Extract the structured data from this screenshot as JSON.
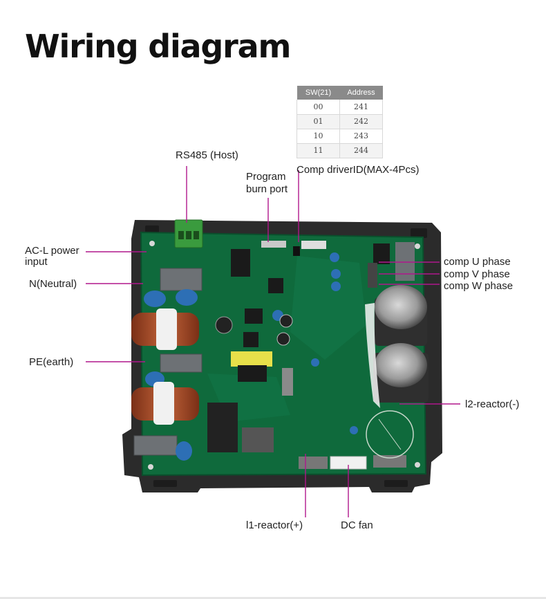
{
  "title": "Wiring diagram",
  "table": {
    "headers": [
      "SW(21)",
      "Address"
    ],
    "rows": [
      [
        "00",
        "241"
      ],
      [
        "01",
        "242"
      ],
      [
        "10",
        "243"
      ],
      [
        "11",
        "244"
      ]
    ]
  },
  "labels": {
    "comp_driver_id": "Comp driverID(MAX-4Pcs)",
    "rs485": "RS485 (Host)",
    "program_line1": "Program",
    "program_line2": "burn port",
    "acl_line1": "AC-L power",
    "acl_line2": "input",
    "neutral": "N(Neutral)",
    "pe": "PE(earth)",
    "comp_u": "comp U phase",
    "comp_v": "comp V phase",
    "comp_w": "comp W phase",
    "l2_reactor": "l2-reactor(-)",
    "l1_reactor": "l1-reactor(+)",
    "dc_fan": "DC fan"
  },
  "colors": {
    "leader_line": "#b0178c",
    "pcb_green": "#0f6a3c",
    "tray_black": "#2b2b2b",
    "table_header": "#8a8a8a"
  }
}
